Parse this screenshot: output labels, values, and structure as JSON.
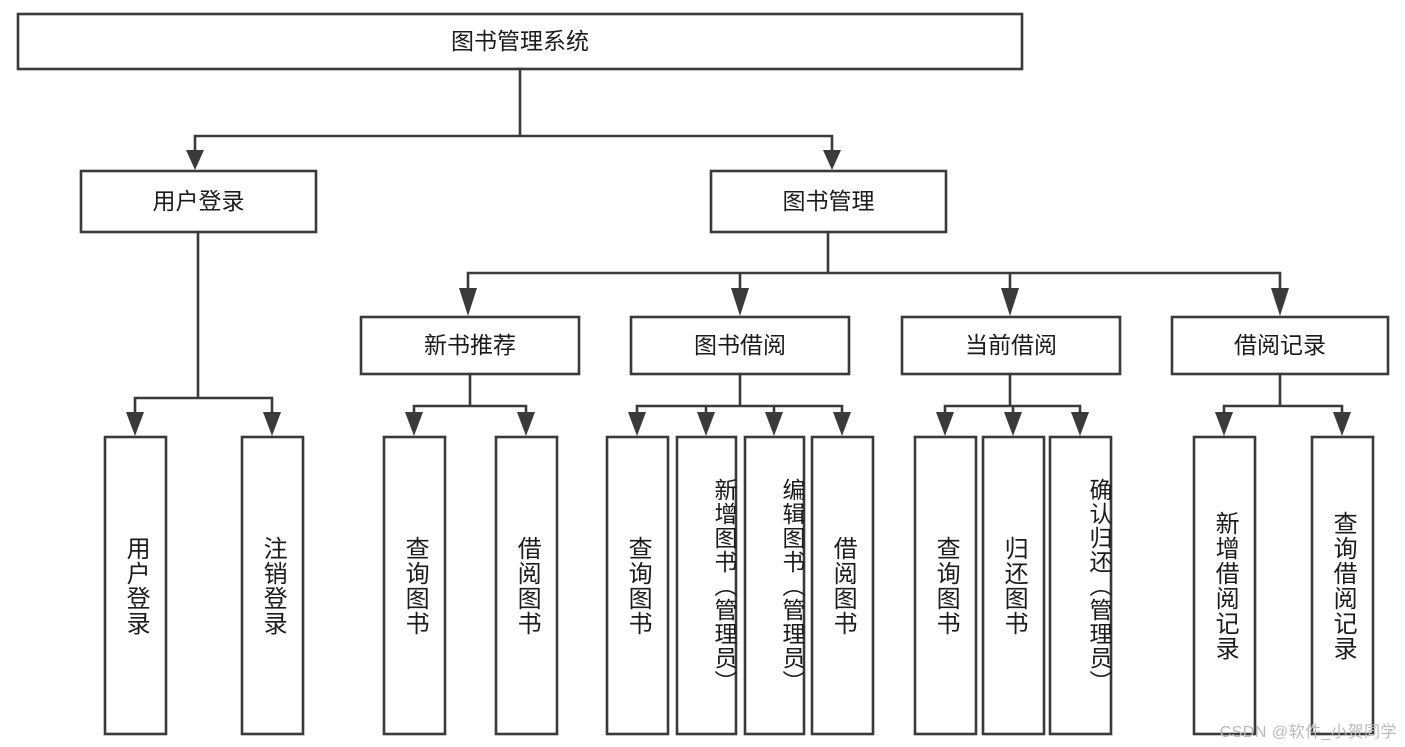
{
  "diagram": {
    "title": "图书管理系统",
    "type": "tree-hierarchy",
    "watermark": "CSDN @软件_小贺同学",
    "colors": {
      "stroke": "#3a3a3a",
      "fill": "#ffffff",
      "text": "#1b1b1b",
      "watermark": "#b9b9b9"
    },
    "root": {
      "label": "图书管理系统"
    },
    "level2": [
      {
        "label": "用户登录"
      },
      {
        "label": "图书管理"
      }
    ],
    "level3": [
      {
        "label": "新书推荐"
      },
      {
        "label": "图书借阅"
      },
      {
        "label": "当前借阅"
      },
      {
        "label": "借阅记录"
      }
    ],
    "leaves_user_login": [
      {
        "label": "用户登录"
      },
      {
        "label": "注销登录"
      }
    ],
    "leaves_new_book": [
      {
        "label": "查询图书"
      },
      {
        "label": "借阅图书"
      }
    ],
    "leaves_borrow": [
      {
        "label": "查询图书"
      },
      {
        "label": "新增图书（管理员）"
      },
      {
        "label": "编辑图书（管理员）"
      },
      {
        "label": "借阅图书"
      }
    ],
    "leaves_current": [
      {
        "label": "查询图书"
      },
      {
        "label": "归还图书"
      },
      {
        "label": "确认归还（管理员）"
      }
    ],
    "leaves_records": [
      {
        "label": "新增借阅记录"
      },
      {
        "label": "查询借阅记录"
      }
    ]
  }
}
